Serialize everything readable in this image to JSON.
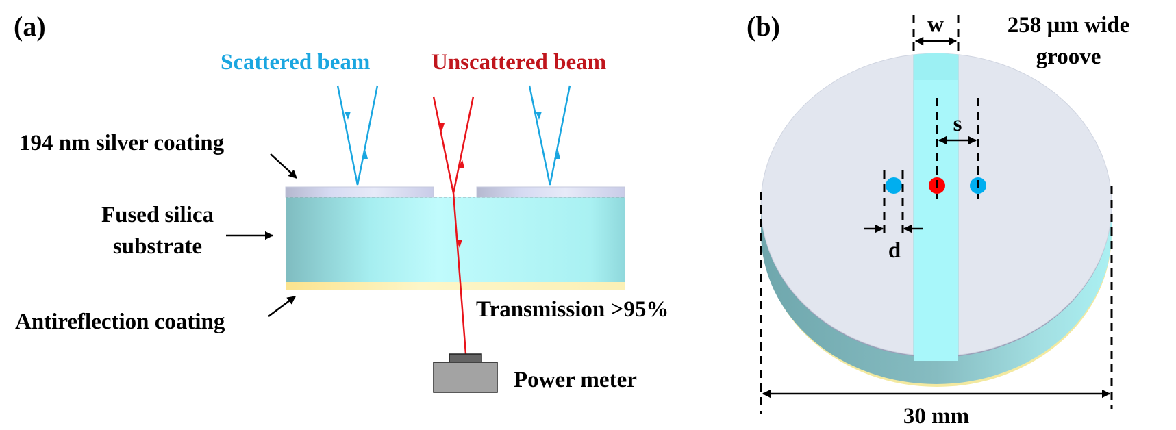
{
  "panel_a": {
    "label": "(a)",
    "scattered_beam_label": "Scattered beam",
    "unscattered_beam_label": "Unscattered beam",
    "silver_coating_label": "194 nm silver coating",
    "substrate_label_line1": "Fused silica",
    "substrate_label_line2": "substrate",
    "ar_coating_label": "Antireflection coating",
    "transmission_label": "Transmission >95%",
    "power_meter_label": "Power meter"
  },
  "panel_b": {
    "label": "(b)",
    "groove_width_symbol": "w",
    "groove_label_line1": "258 µm wide",
    "groove_label_line2": "groove",
    "spacing_symbol": "s",
    "beam_diameter_symbol": "d",
    "diameter_label": "30 mm"
  },
  "colors": {
    "scattered_beam": "#1aa6e0",
    "unscattered_beam": "#e8141b",
    "unscattered_text": "#c0151c",
    "silver": "#d8dcf2",
    "substrate": "#b4f6f8",
    "ar_coating": "#fdf2b0",
    "disk_top": "#e2e6ef",
    "groove": "#a8f7fa",
    "power_meter_body": "#a3a3a3",
    "power_meter_sensor": "#646464"
  }
}
